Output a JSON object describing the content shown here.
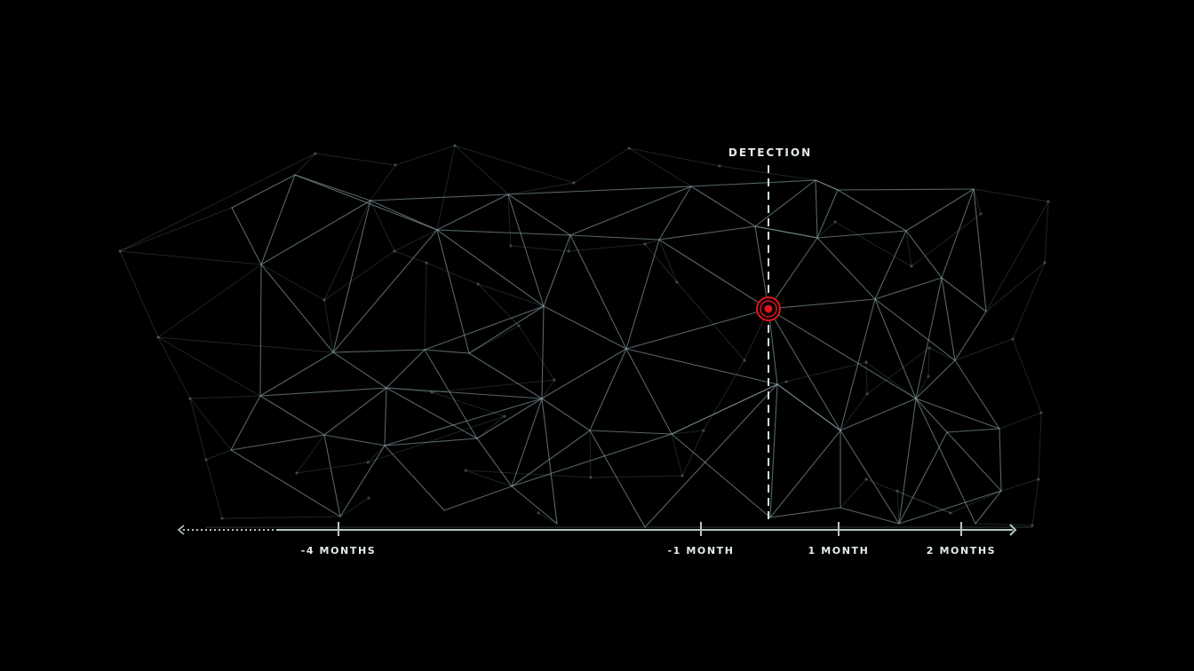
{
  "detection": {
    "label": "DETECTION"
  },
  "timeline": {
    "ticks": [
      {
        "label": "-4 MONTHS"
      },
      {
        "label": "-1 MONTH"
      },
      {
        "label": "1 MONTH"
      },
      {
        "label": "2 MONTHS"
      }
    ]
  },
  "colors": {
    "background": "#000000",
    "mesh": "#8aa3a6",
    "axis": "#b9c6c8",
    "detection_line": "#cfe3e3",
    "marker": "#e0141e",
    "text": "#e3ecec"
  },
  "icons": {
    "axis_left": "arrow-left-dotted-icon",
    "axis_right": "arrow-right-icon",
    "marker": "target-icon"
  }
}
